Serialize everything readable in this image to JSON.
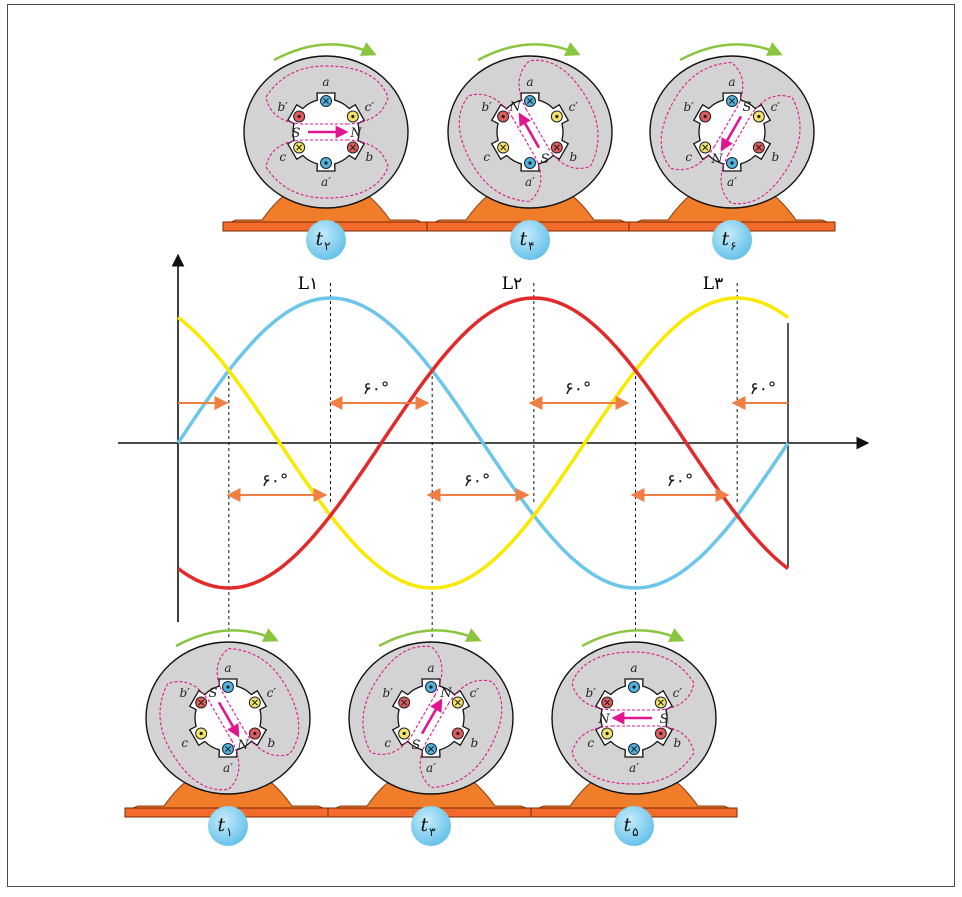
{
  "colors": {
    "phase1": "#6cc5ea",
    "phase2": "#e22a2a",
    "phase3": "#f9e900",
    "arrow_orange": "#ef7f45",
    "rotation_arrow": "#8bc53f",
    "field_magenta": "#e0158f",
    "stator_gray": "#d3d3d3",
    "base_orange": "#f07d2a",
    "badge_blue": "#7ccff1"
  },
  "wave_labels": [
    "L۱",
    "L۲",
    "L۳"
  ],
  "angle_label": "۶۰°",
  "slot_labels": [
    "a",
    "a′",
    "b",
    "b′",
    "c",
    "c′"
  ],
  "motors": [
    {
      "id": "t1",
      "t_main": "t",
      "t_sub": "۱",
      "north": "N",
      "south": "S",
      "field_angle": -120
    },
    {
      "id": "t2",
      "t_main": "t",
      "t_sub": "۲",
      "north": "N",
      "south": "S",
      "field_angle": 180
    },
    {
      "id": "t3",
      "t_main": "t",
      "t_sub": "۳",
      "north": "N",
      "south": "S",
      "field_angle": 120
    },
    {
      "id": "t4",
      "t_main": "t",
      "t_sub": "۴",
      "north": "N",
      "south": "S",
      "field_angle": 60
    },
    {
      "id": "t5",
      "t_main": "t",
      "t_sub": "۵",
      "north": "N",
      "south": "S",
      "field_angle": 0
    },
    {
      "id": "t6",
      "t_main": "t",
      "t_sub": "۶",
      "north": "N",
      "south": "S",
      "field_angle": -60
    }
  ]
}
